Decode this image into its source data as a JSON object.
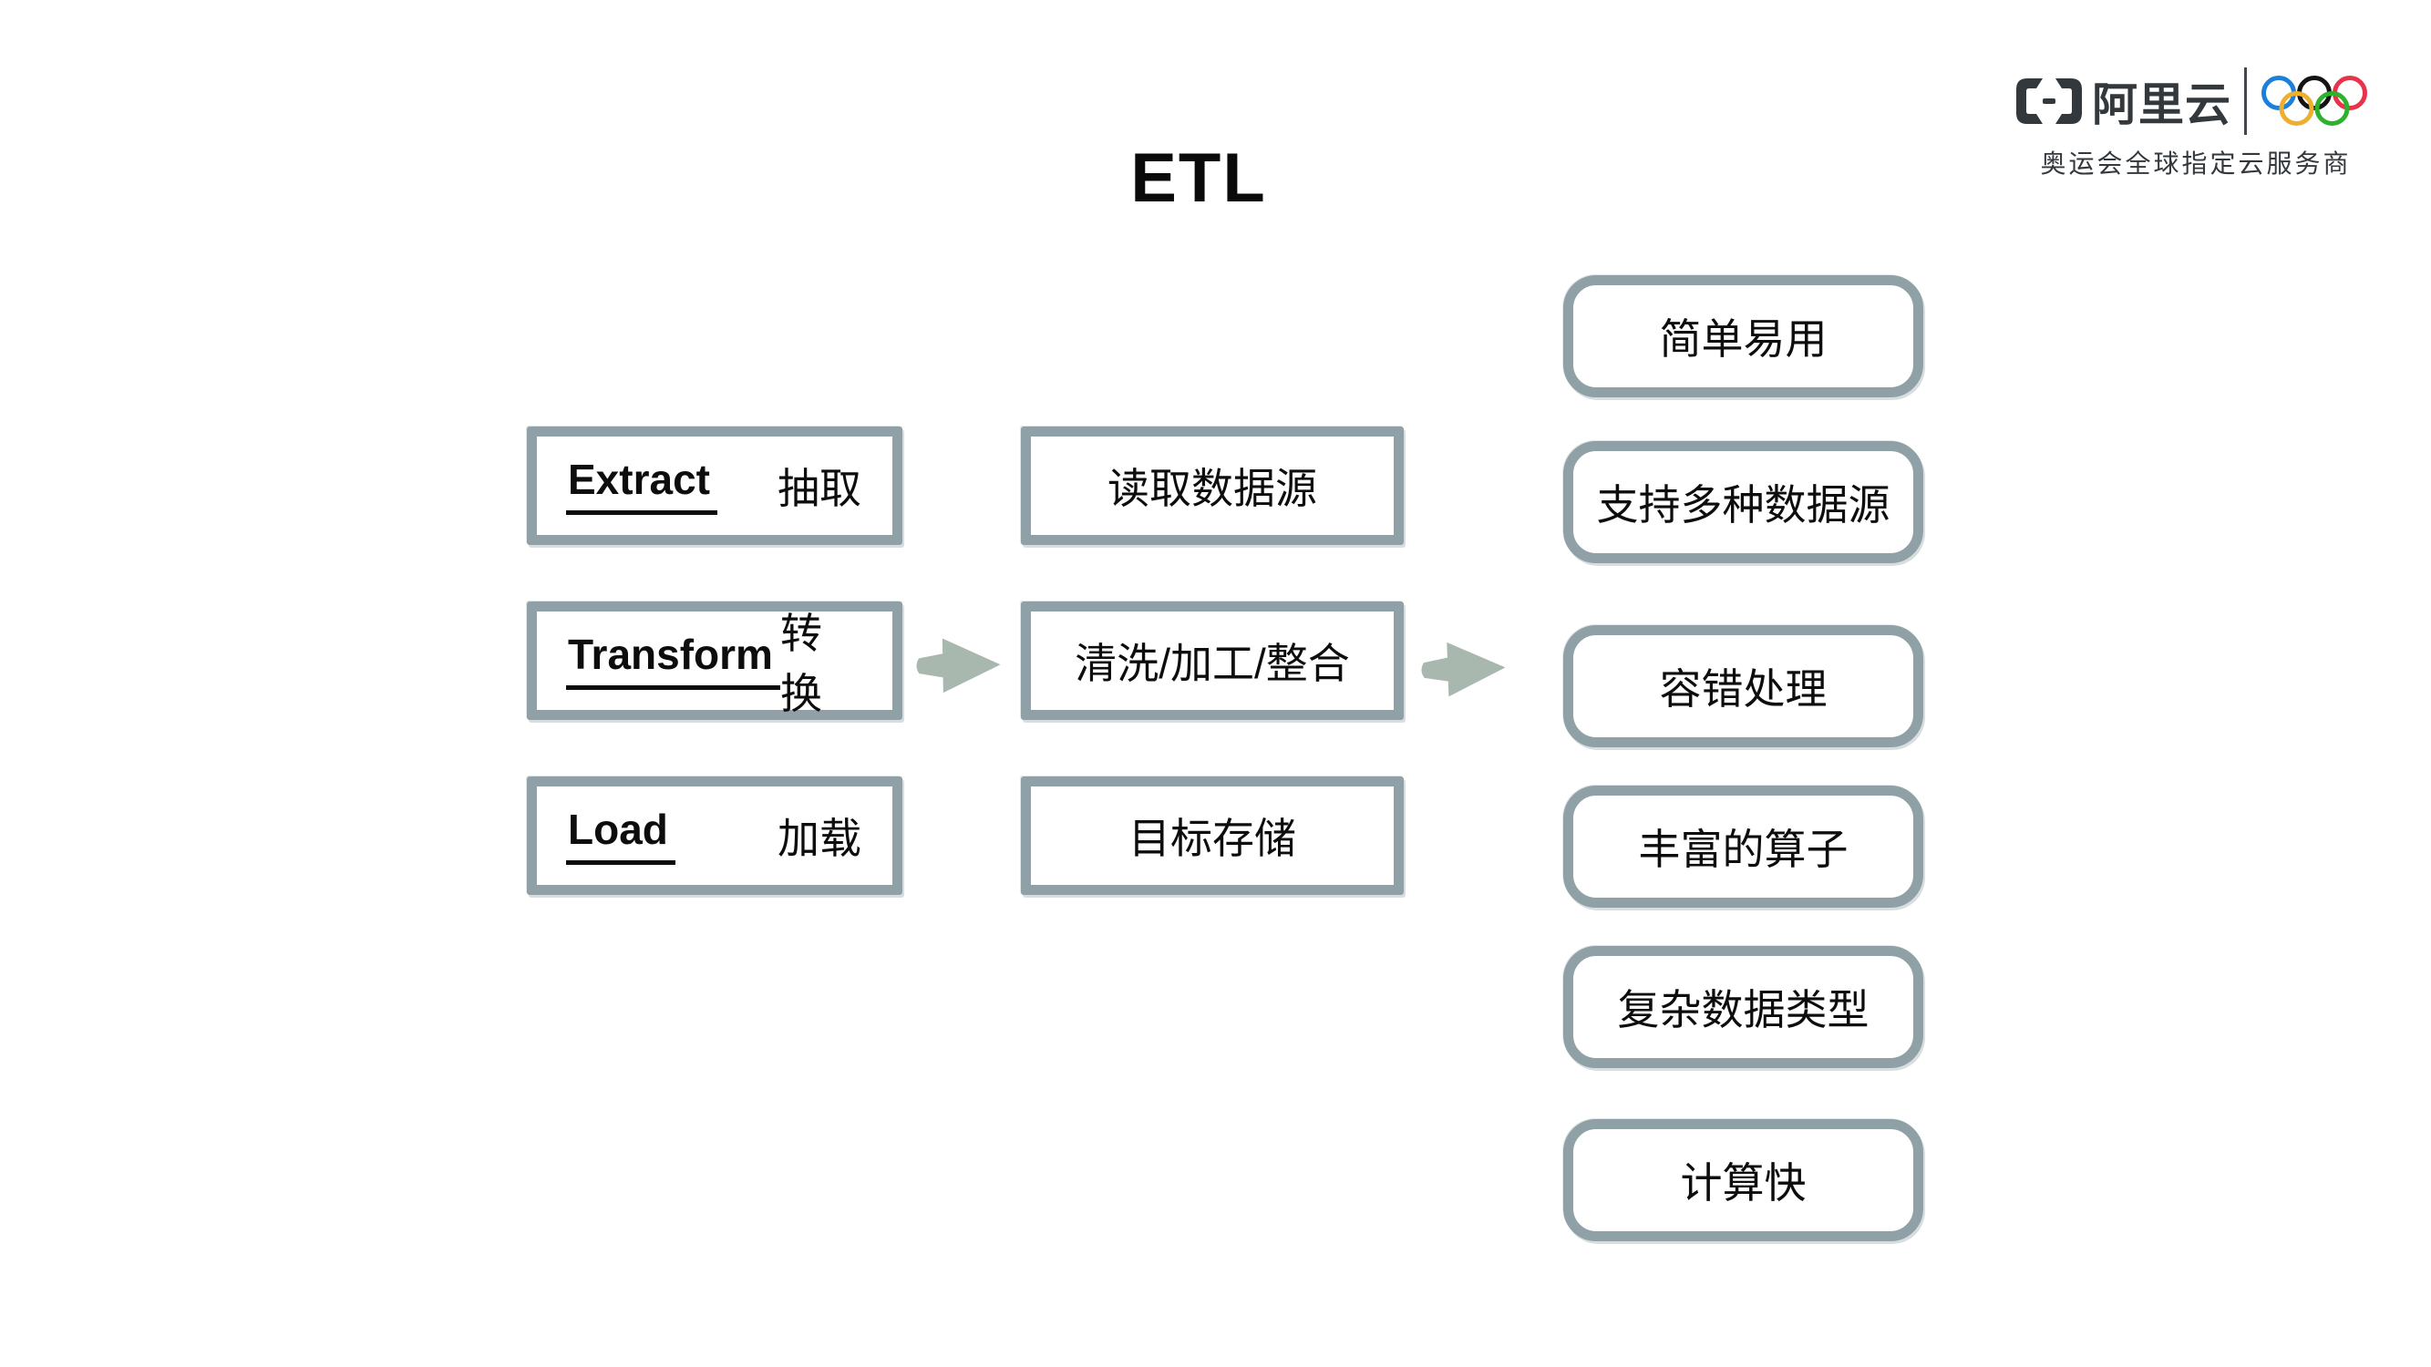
{
  "title": "ETL",
  "flow": {
    "stages": [
      {
        "en": "Extract",
        "zh": "抽取",
        "action": "读取数据源"
      },
      {
        "en": "Transform",
        "zh": "转换",
        "action": "清洗/加工/整合"
      },
      {
        "en": "Load",
        "zh": "加载",
        "action": "目标存储"
      }
    ]
  },
  "features": [
    "简单易用",
    "支持多种数据源",
    "容错处理",
    "丰富的算子",
    "复杂数据类型",
    "计算快"
  ],
  "logo": {
    "brand": "阿里云",
    "slogan": "奥运会全球指定云服务商"
  },
  "icons": {
    "flow_arrow": "sketchy-right-arrow",
    "brand_mark": "alibaba-cloud-brackets",
    "rings": "olympic-rings"
  },
  "colors": {
    "box_border": "#8fa1a6",
    "arrow": "#a9b8af",
    "text": "#0d0d0d",
    "logo_text": "#33383d",
    "olympic": {
      "blue": "#1a80d9",
      "black": "#141414",
      "red": "#e8334a",
      "yellow": "#efaf2e",
      "green": "#2fb12d"
    }
  }
}
